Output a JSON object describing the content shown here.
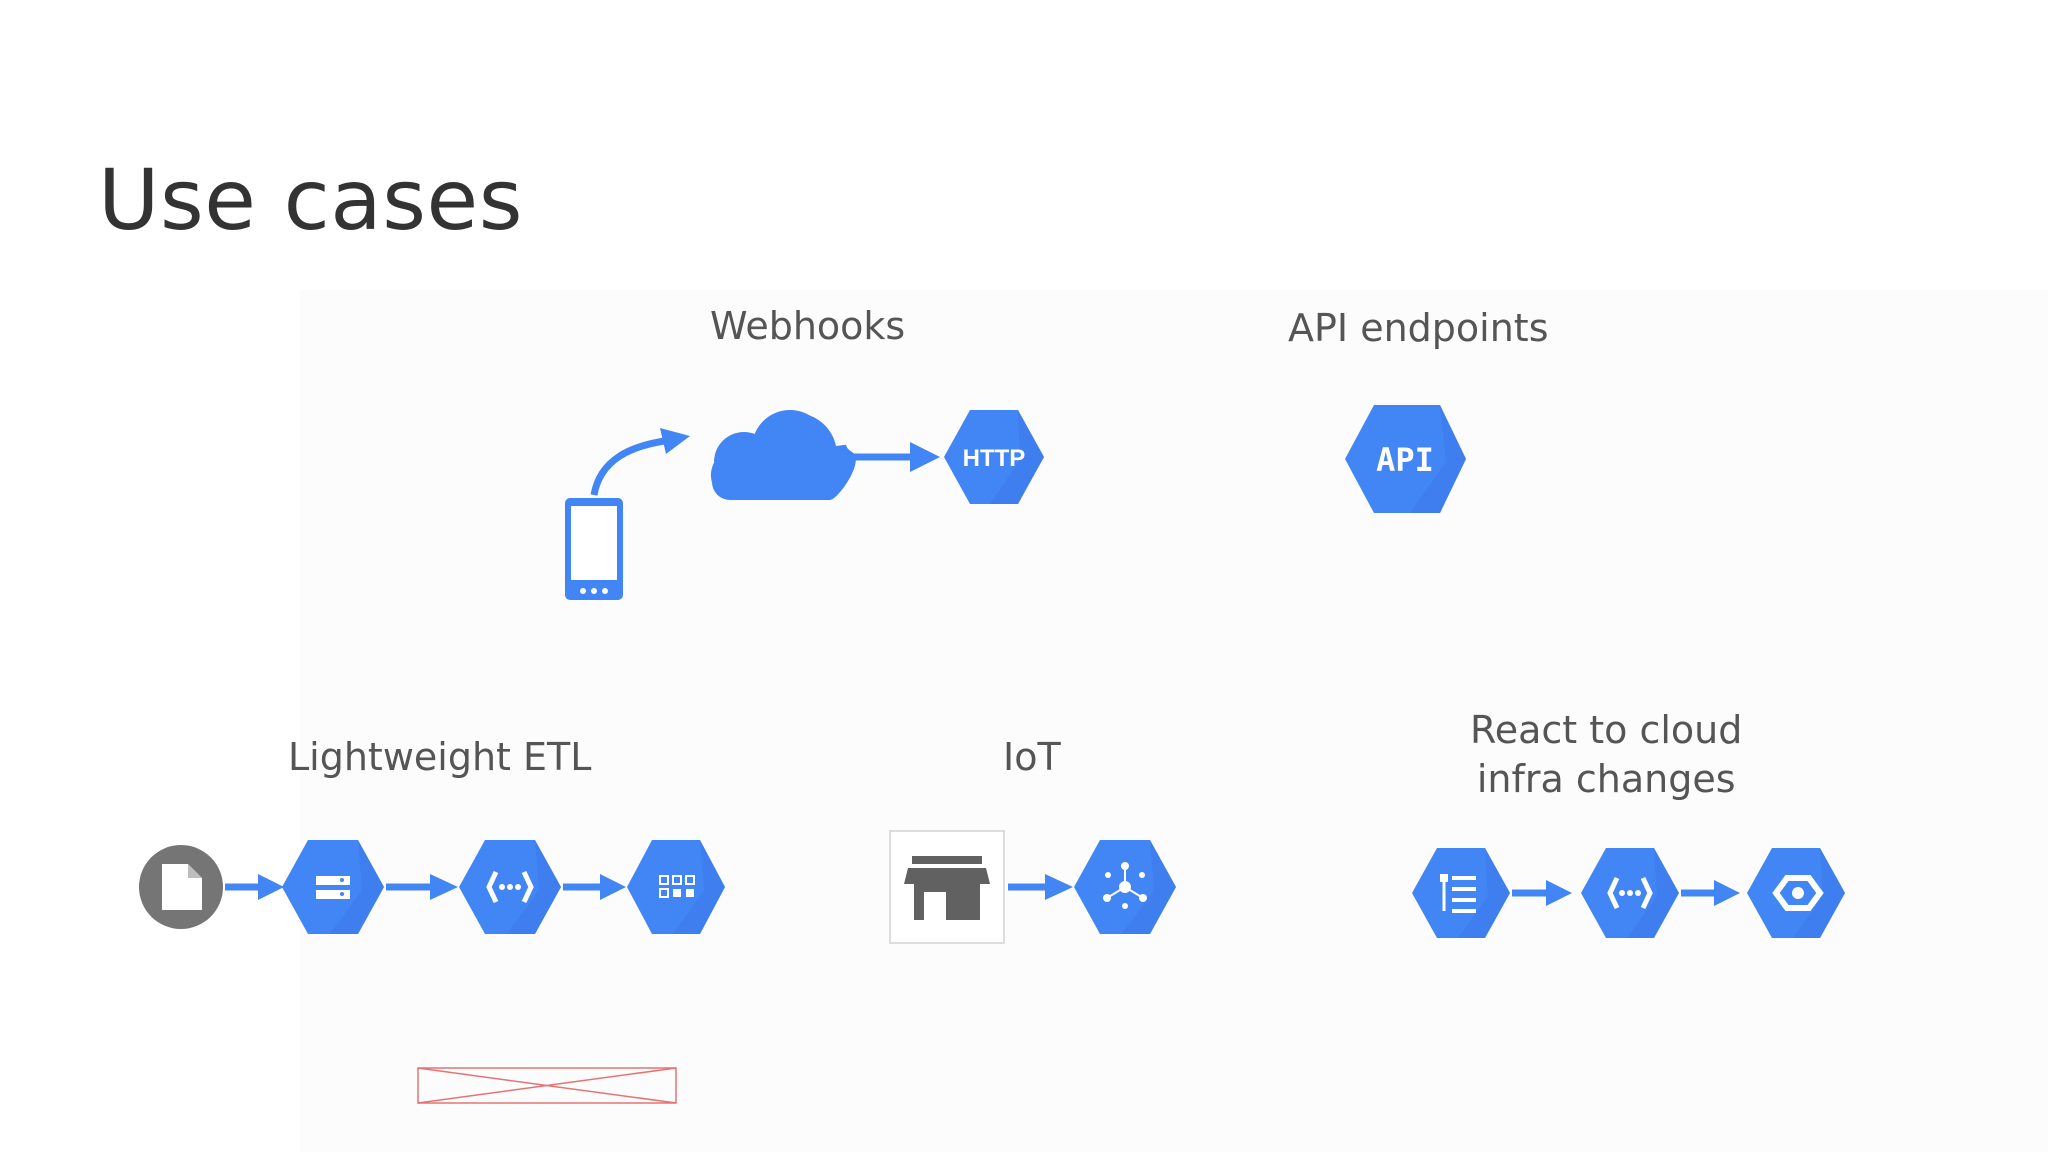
{
  "slide": {
    "title": "Use cases"
  },
  "labels": {
    "webhooks": "Webhooks",
    "api_endpoints": "API endpoints",
    "lightweight_etl": "Lightweight ETL",
    "iot": "IoT",
    "react_line1": "React to cloud",
    "react_line2": "infra changes"
  },
  "icons": {
    "http_text": "HTTP",
    "api_text": "API"
  },
  "colors": {
    "blue": "#4285f4",
    "blue_dark": "#3b78e7",
    "gray_icon": "#757575",
    "text": "#555555",
    "title": "#333333"
  },
  "icon_names": [
    "phone-icon",
    "cloud-icon",
    "http-hexagon-icon",
    "api-hexagon-icon",
    "file-icon",
    "storage-hexagon-icon",
    "functions-hexagon-icon",
    "dataflow-hexagon-icon",
    "store-icon",
    "pubsub-hexagon-icon",
    "logging-hexagon-icon",
    "gcp-hexagon-icon",
    "broken-image-icon"
  ]
}
